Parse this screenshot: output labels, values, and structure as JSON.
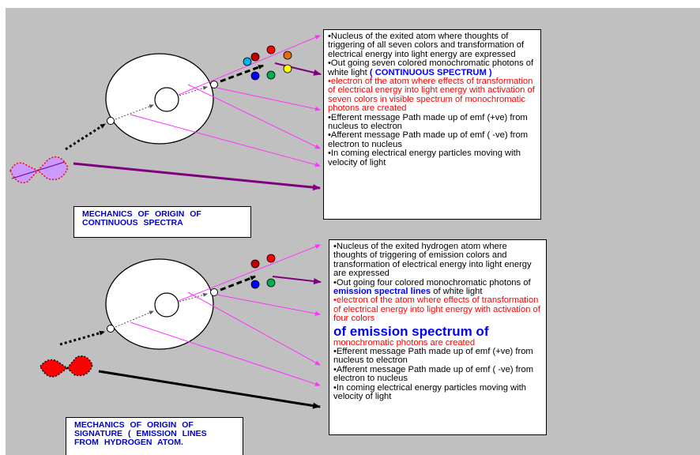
{
  "colors": {
    "background": "#c0c0c0",
    "magenta": "#ff33ff",
    "purple": "#800080",
    "caption_blue": "#0000cc",
    "highlight_red": "#ff0000"
  },
  "top": {
    "caption": {
      "line1": "MECHANICS OF ORIGIN OF",
      "line2": "CONTINUOUS SPECTRA"
    },
    "notes": {
      "nucleus": "•Nucleus of the exited atom where thoughts of triggering of all seven colors and transformation of electrical energy into light energy are expressed",
      "outgoing_prefix": "•Out going seven colored monochromatic photons of white light",
      "outgoing_highlight": "( CONTINUOUS SPECTRUM )",
      "electron": "•electron of the atom where effects of transformation of electrical energy into light energy with activation of seven colors in visible spectrum of monochromatic photons are created",
      "efferent": "•Efferent message Path made up of emf (+ve) from nucleus to electron",
      "afferent": "•Afferent message Path made up of emf ( -ve) from electron to nucleus",
      "incoming": "•In coming electrical energy particles moving with velocity of light"
    },
    "photon_colors": [
      "#c00000",
      "#ff0000",
      "#e36c09",
      "#00b0f0",
      "#0000ff",
      "#00b050",
      "#ffff00"
    ]
  },
  "bottom": {
    "caption": {
      "line1": "MECHANICS OF ORIGIN OF",
      "line2": "SIGNATURE ( EMISSION LINES",
      "line3": "FROM HYDROGEN ATOM."
    },
    "notes": {
      "nucleus": "•Nucleus of the exited hydrogen atom where thoughts of triggering of emission colors and transformation of electrical energy into light energy are expressed",
      "outgoing_prefix": "•Out going four colored monochromatic photons of",
      "outgoing_highlight": "emission spectral lines",
      "outgoing_suffix": "of white light",
      "electron": "•electron of the atom where effects of transformation of electrical energy into light energy with activation of four colors",
      "electron_big": "of emission spectrum of",
      "electron_end": "monochromatic photons are created",
      "efferent": "•Efferent message Path made up of emf (+ve) from nucleus to electron",
      "afferent": "•Afferent message Path made up of emf ( -ve) from electron to nucleus",
      "incoming": "•In coming electrical energy particles moving with velocity of light"
    },
    "photon_colors": [
      "#c00000",
      "#ff0000",
      "#0000ff",
      "#00b050"
    ]
  }
}
